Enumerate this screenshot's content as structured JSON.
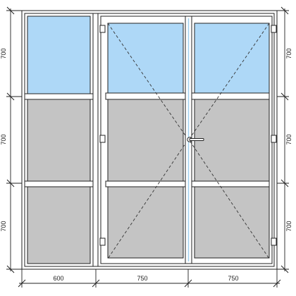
{
  "dimensions": {
    "left_heights": [
      "700",
      "700",
      "700"
    ],
    "right_heights": [
      "700",
      "700",
      "700"
    ],
    "bottom_widths": [
      "600",
      "750",
      "750"
    ]
  },
  "panes": {
    "top": "glass",
    "middle": "panel",
    "bottom": "panel"
  },
  "colors": {
    "glass": "#aed8f7",
    "panel": "#c4c4c4",
    "frame": "#ffffff",
    "line": "#222222"
  },
  "sashes": {
    "side_fixed": "fixed",
    "left_door": "opening",
    "right_door": "opening"
  }
}
